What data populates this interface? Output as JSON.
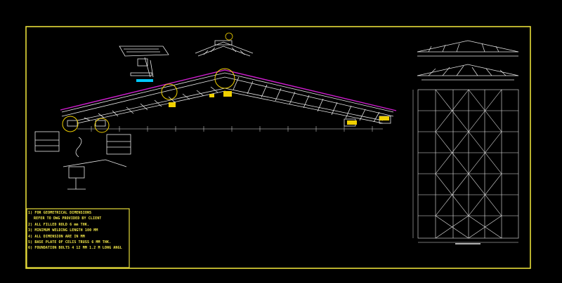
{
  "notes": [
    "1) FOR GEOMETRICAL DIMENSIONS",
    "REFER TO DWG PROVIDED BY CLIENT",
    "2) ALL FILLED ROLD 6 mm THK.",
    "3) MINIMUM WELDING LENGTH 100 MM",
    "4) ALL DIMENSION ARE IN MM",
    "5) BASE PLATE OF CELIS TRUSS 6 MM THK.",
    "6) FOUNDATION BOLTS 4 12 MM 1.2 M LONG ANGL"
  ],
  "colors": {
    "background": "#000000",
    "frame": "#e6dc3a",
    "lines": "#e8e8e8",
    "purlin": "#d01ed0",
    "highlight": "#f0d000",
    "cyan_tag": "#00c8ff"
  }
}
